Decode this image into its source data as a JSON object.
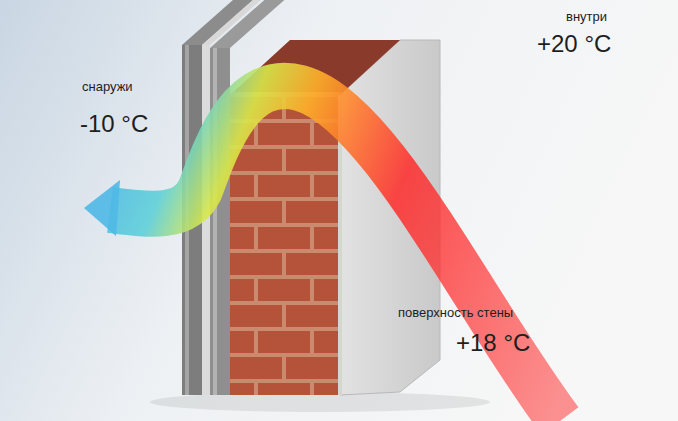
{
  "diagram": {
    "labels": [
      "снаружи",
      "-10 °C",
      "внутри",
      "+20 °C",
      "поверхность стены",
      "+18 °C"
    ]
  }
}
